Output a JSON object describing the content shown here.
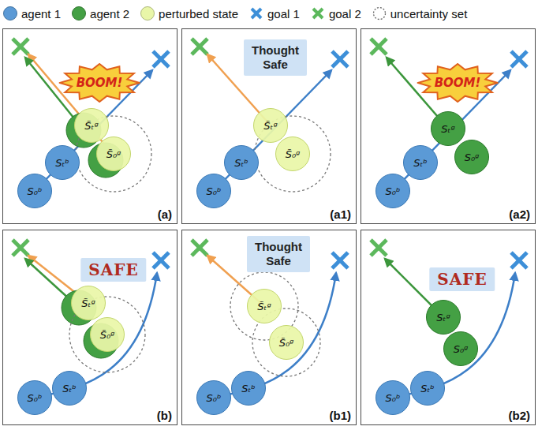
{
  "diagram": {
    "nodes": [
      {
        "text": [
          "(a)"
        ]
      },
      {
        "text": [
          "S₀ᵇ"
        ],
        "in": 0
      },
      {
        "text": [
          "Sₜᵇ"
        ],
        "in": 0
      },
      {
        "text": [
          "S̃ₜᵍ"
        ],
        "in": 0
      },
      {
        "text": [
          "S̃₀ᵍ"
        ],
        "in": 0
      },
      {
        "text": [
          "BOOM!"
        ],
        "in": 0
      },
      {
        "text": [
          "(a1)"
        ]
      },
      {
        "text": [
          "S₀ᵇ"
        ],
        "in": 6
      },
      {
        "text": [
          "Sₜᵇ"
        ],
        "in": 6
      },
      {
        "text": [
          "S̃ₜᵍ"
        ],
        "in": 6
      },
      {
        "text": [
          "S̃₀ᵍ"
        ],
        "in": 6
      },
      {
        "text": [
          "Thought Safe"
        ],
        "in": 6
      },
      {
        "text": [
          "(a2)"
        ]
      },
      {
        "text": [
          "S₀ᵇ"
        ],
        "in": 12
      },
      {
        "text": [
          "Sₜᵇ"
        ],
        "in": 12
      },
      {
        "text": [
          "Sₜᵍ"
        ],
        "in": 12
      },
      {
        "text": [
          "S₀ᵍ"
        ],
        "in": 12
      },
      {
        "text": [
          "BOOM!"
        ],
        "in": 12
      },
      {
        "text": [
          "(b)"
        ]
      },
      {
        "text": [
          "S₀ᵇ"
        ],
        "in": 18
      },
      {
        "text": [
          "Sₜᵇ"
        ],
        "in": 18
      },
      {
        "text": [
          "S̃ₜᵍ"
        ],
        "in": 18
      },
      {
        "text": [
          "S̃₀ᵍ"
        ],
        "in": 18
      },
      {
        "text": [
          "SAFE"
        ],
        "in": 18
      },
      {
        "text": [
          "(b1)"
        ]
      },
      {
        "text": [
          "S₀ᵇ"
        ],
        "in": 24
      },
      {
        "text": [
          "Sₜᵇ"
        ],
        "in": 24
      },
      {
        "text": [
          "S̃ₜᵍ"
        ],
        "in": 24
      },
      {
        "text": [
          "S̃₀ᵍ"
        ],
        "in": 24
      },
      {
        "text": [
          "Thought Safe"
        ],
        "in": 24
      },
      {
        "text": [
          "(b2)"
        ]
      },
      {
        "text": [
          "S₀ᵇ"
        ],
        "in": 30
      },
      {
        "text": [
          "Sₜᵇ"
        ],
        "in": 30
      },
      {
        "text": [
          "Sₜᵍ"
        ],
        "in": 30
      },
      {
        "text": [
          "S₀ᵍ"
        ],
        "in": 30
      },
      {
        "text": [
          "SAFE"
        ],
        "in": 30
      }
    ],
    "legend": [
      {
        "text": "agent 1",
        "color": "#5b9ad6"
      },
      {
        "text": "agent 2",
        "color": "#44a044"
      },
      {
        "text": "perturbed state",
        "color": "#e9f6a8"
      },
      {
        "text": "goal 1"
      },
      {
        "text": "goal 2"
      },
      {
        "text": "uncertainty set"
      }
    ]
  }
}
